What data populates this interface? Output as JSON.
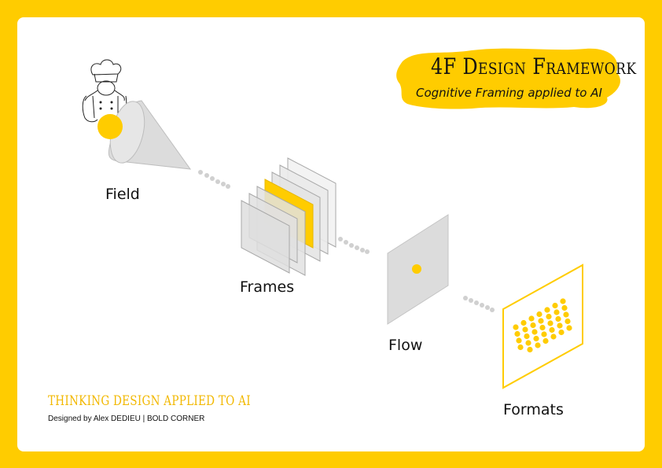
{
  "title": {
    "main": "4F Design Framework",
    "subtitle": "Cognitive Framing applied to AI"
  },
  "stages": [
    {
      "id": "field",
      "label": "Field"
    },
    {
      "id": "frames",
      "label": "Frames"
    },
    {
      "id": "flow",
      "label": "Flow"
    },
    {
      "id": "formats",
      "label": "Formats"
    }
  ],
  "footer": {
    "tagline": "THINKING DESIGN APPLIED TO AI",
    "credit": "Designed by Alex DEDIEU | BOLD CORNER"
  },
  "colors": {
    "background": "#FFCC00",
    "card": "#FFFFFF",
    "accent": "#FFCC00",
    "panel_gray": "#DCDCDC",
    "dots_gray": "#CFCFCF"
  }
}
